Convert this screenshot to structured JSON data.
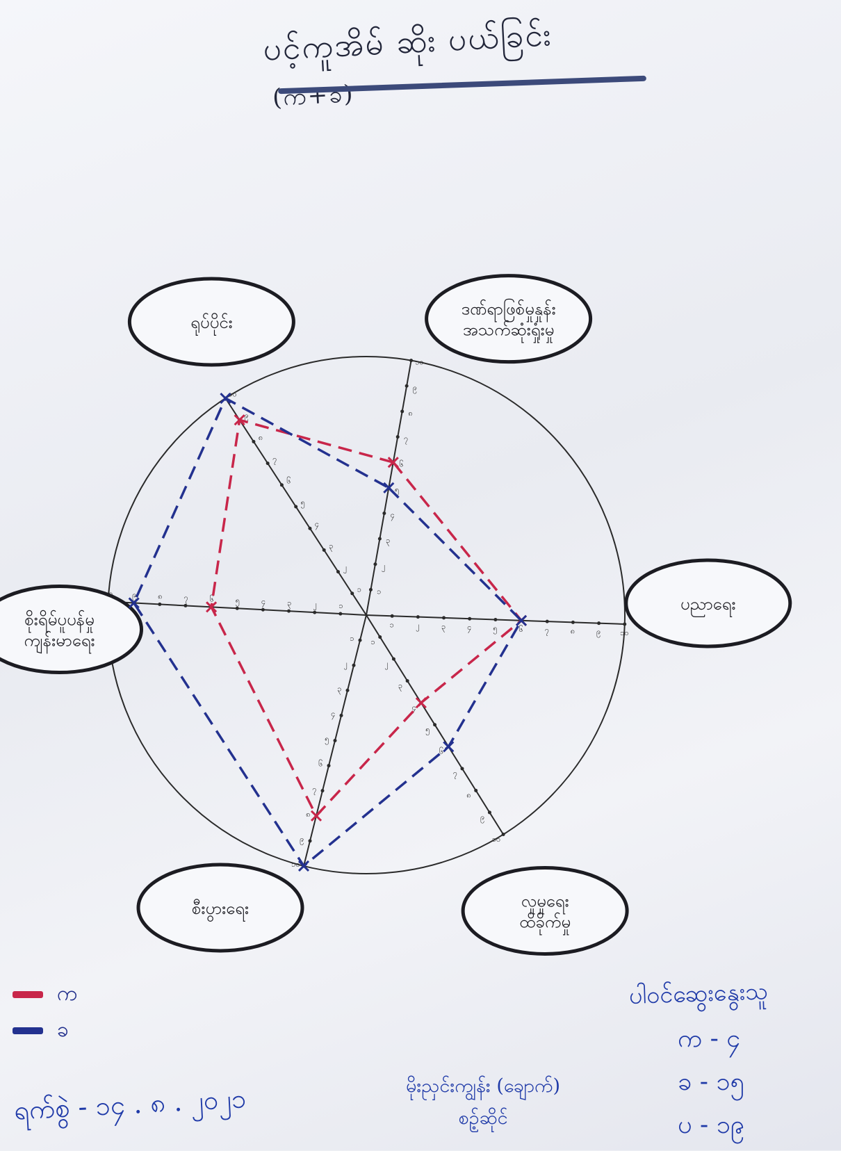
{
  "title": "ပင့်ကူအိမ် ဆိုး ပယ်ခြင်း",
  "title_suffix": "(က+ခ)",
  "chart_data": {
    "type": "radar",
    "axes": [
      {
        "label": "ဒဏ်ရာဖြစ်မှုနှုန်း အသက်ဆုံးရှုံးမှု",
        "ticks": [
          "၁",
          "၂",
          "၃",
          "၄",
          "၅",
          "၆",
          "၇",
          "၈",
          "၉",
          "၁၀"
        ]
      },
      {
        "label": "ပညာရေး",
        "ticks": [
          "၁",
          "၂",
          "၃",
          "၄",
          "၅",
          "၆",
          "၇",
          "၈",
          "၉",
          "၁၀"
        ]
      },
      {
        "label": "လူမှုရေး ထိခိုက်မှု",
        "ticks": [
          "၁",
          "၂",
          "၃",
          "၄",
          "၅",
          "၆",
          "၇",
          "၈",
          "၉",
          "၁၀"
        ]
      },
      {
        "label": "စီးပွားရေး",
        "ticks": [
          "၁",
          "၂",
          "၃",
          "၄",
          "၅",
          "၆",
          "၇",
          "၈",
          "၉",
          "၁၀"
        ]
      },
      {
        "label": "စိုးရိမ်ပူပန်မှု ကျန်းမာရေး",
        "ticks": [
          "၁",
          "၂",
          "၃",
          "၄",
          "၅",
          "၆",
          "၇",
          "၈",
          "၉",
          "၁၀"
        ]
      },
      {
        "label": "ရုပ်ပိုင်း",
        "ticks": [
          "၁",
          "၂",
          "၃",
          "၄",
          "၅",
          "၆",
          "၇",
          "၈",
          "၉",
          "၁၀"
        ]
      }
    ],
    "range": [
      0,
      10
    ],
    "series": [
      {
        "name": "က",
        "color": "#c8264a",
        "values": [
          6,
          6,
          4,
          8,
          6,
          9
        ]
      },
      {
        "name": "ခ",
        "color": "#23318f",
        "values": [
          5,
          6,
          6,
          10,
          9,
          10
        ]
      }
    ]
  },
  "legend": [
    {
      "label": "က",
      "color": "#c8264a"
    },
    {
      "label": "ခ",
      "color": "#23318f"
    }
  ],
  "counts": {
    "title": "ပါဝင်ဆွေးနွေးသူ",
    "rows": [
      "က - ၄",
      "ခ - ၁၅",
      "ပ - ၁၉"
    ]
  },
  "date": "ရက်စွဲ - ၁၄ . ၈ . ၂၀၂၁",
  "place": {
    "line1": "မိုးညှင်းကျွန်း (ချောက်)",
    "line2": "စဉ့်ဆိုင်"
  }
}
